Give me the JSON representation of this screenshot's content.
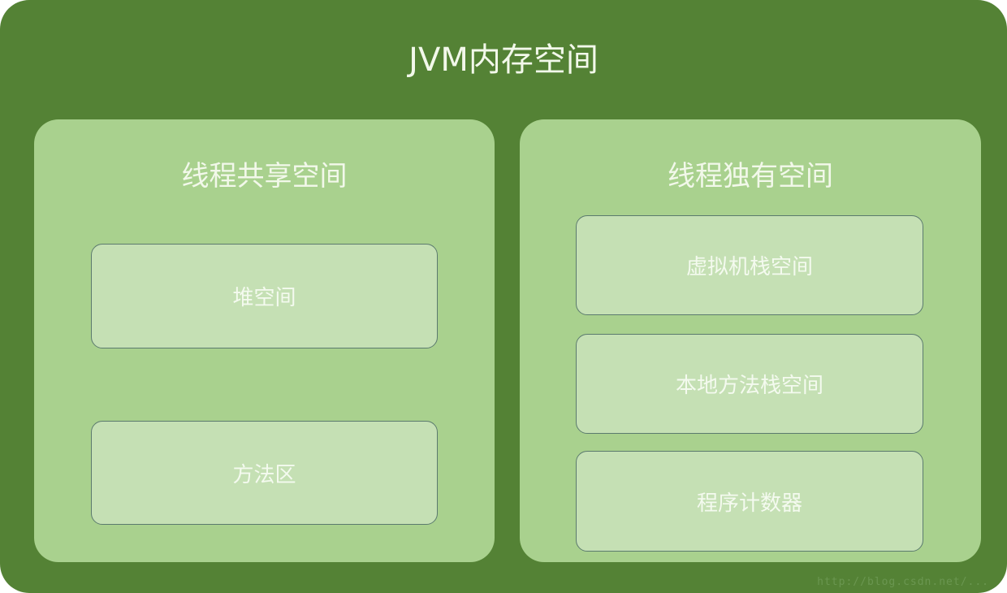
{
  "diagram": {
    "title": "JVM内存空间",
    "colors": {
      "outer_bg": "#548235",
      "panel_bg": "#a9d18e",
      "box_bg": "#c5e0b4",
      "box_border": "#5b7a6e",
      "text": "#f2f8ea"
    },
    "panels": [
      {
        "title": "线程共享空间",
        "boxes": [
          {
            "label": "堆空间"
          },
          {
            "label": "方法区"
          }
        ]
      },
      {
        "title": "线程独有空间",
        "boxes": [
          {
            "label": "虚拟机栈空间"
          },
          {
            "label": "本地方法栈空间"
          },
          {
            "label": "程序计数器"
          }
        ]
      }
    ],
    "watermark": "http://blog.csdn.net/..."
  }
}
